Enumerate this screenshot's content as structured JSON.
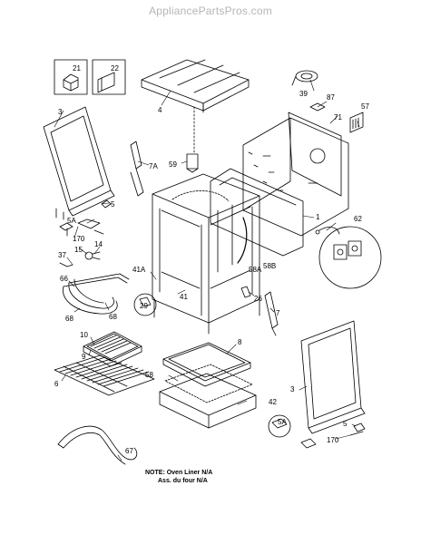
{
  "watermark": "AppliancePartsPros.com",
  "note": {
    "line1": "NOTE: Oven Liner N/A",
    "line2": "Ass. du four N/A"
  },
  "labels": {
    "p3a": "3",
    "p4": "4",
    "p5": "5",
    "p5a": "5A",
    "p170": "170",
    "p15": "15",
    "p14": "14",
    "p37": "37",
    "p66": "66",
    "p68a": "68",
    "p68b": "68",
    "p21": "21",
    "p22": "22",
    "p59": "59",
    "p7a": "7A",
    "p39": "39",
    "p87": "87",
    "p71": "71",
    "p57": "57",
    "p1": "1",
    "p62": "62",
    "p58a": "58A",
    "p58b": "58B",
    "p41a": "41A",
    "p29": "29",
    "p41": "41",
    "p26": "26",
    "p7": "7",
    "p10": "10",
    "p9": "9",
    "p6": "6",
    "p8": "8",
    "p58": "58",
    "p42": "42",
    "p3b": "3",
    "p5a2": "5A",
    "p5b": "5",
    "p170b": "170",
    "p67": "67"
  }
}
